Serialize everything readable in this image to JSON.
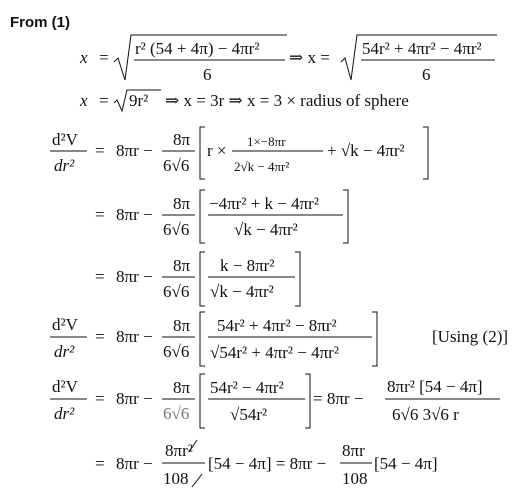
{
  "heading": "From (1)",
  "lines": {
    "l1": {
      "x": "x",
      "eq": "=",
      "num": "r² (54 + 4π) − 4πr²",
      "den": "6",
      "implies": "⇒ x =",
      "num2": "54r² + 4πr² − 4πr²",
      "den2": "6"
    },
    "l2": {
      "x": "x",
      "eq": "=",
      "root": "9r²",
      "rest": "⇒ x = 3r ⇒ x = 3 × radius of sphere"
    },
    "l3": {
      "lhs_num": "d²V",
      "lhs_den": "dr²",
      "eq": "=",
      "pre": "8πr −",
      "frac_num": "8π",
      "frac_den": "6√6",
      "in_a": "r ×",
      "in_num": "1×−8πr",
      "in_den": "2√k − 4πr²",
      "in_b": "+ √k − 4πr²"
    },
    "l4": {
      "eq": "=",
      "pre": "8πr −",
      "frac_num": "8π",
      "frac_den": "6√6",
      "in_num": "−4πr² + k − 4πr²",
      "in_den": "√k − 4πr²"
    },
    "l5": {
      "eq": "=",
      "pre": "8πr −",
      "frac_num": "8π",
      "frac_den": "6√6",
      "in_num": "k − 8πr²",
      "in_den": "√k − 4πr²"
    },
    "l6": {
      "lhs_num": "d²V",
      "lhs_den": "dr²",
      "eq": "=",
      "pre": "8πr −",
      "frac_num": "8π",
      "frac_den": "6√6",
      "in_num": "54r² + 4πr² − 8πr²",
      "in_den": "√54r² + 4πr² − 4πr²",
      "note": "[Using (2)]"
    },
    "l7": {
      "lhs_num": "d²V",
      "lhs_den": "dr²",
      "eq": "=",
      "pre": "8πr −",
      "frac_num": "8π",
      "frac_den": "6√6",
      "in_num": "54r² − 4πr²",
      "in_den": "√54r²",
      "mid": "= 8πr −",
      "r_num": "8πr² [54 − 4π]",
      "r_den": "6√6 3√6 r"
    },
    "l8": {
      "eq": "=",
      "pre": "8πr −",
      "f1_num": "8πr²",
      "f1_den": "108",
      "post1": "[54 − 4π] = 8πr −",
      "f2_num": "8πr",
      "f2_den": "108",
      "post2": "[54 − 4π]"
    }
  }
}
